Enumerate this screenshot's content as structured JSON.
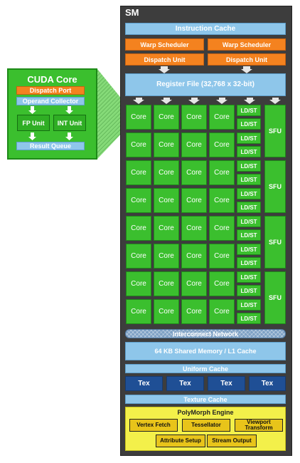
{
  "sm": {
    "title": "SM",
    "instruction_cache": "Instruction Cache",
    "warp_schedulers": [
      "Warp Scheduler",
      "Warp Scheduler"
    ],
    "dispatch_units": [
      "Dispatch Unit",
      "Dispatch Unit"
    ],
    "register_file": "Register File (32,768 x 32-bit)",
    "core_label": "Core",
    "ldst_label": "LD/ST",
    "sfu_label": "SFU",
    "interconnect": "Interconnect Network",
    "shared_memory": "64 KB Shared Memory / L1 Cache",
    "uniform_cache": "Uniform Cache",
    "tex_label": "Tex",
    "texture_cache": "Texture Cache",
    "polymorph": {
      "title": "PolyMorph Engine",
      "vertex_fetch": "Vertex Fetch",
      "tessellator": "Tessellator",
      "viewport_transform": "Viewport Transform",
      "attribute_setup": "Attribute Setup",
      "stream_output": "Stream Output"
    }
  },
  "cuda_core": {
    "title": "CUDA Core",
    "dispatch_port": "Dispatch Port",
    "operand_collector": "Operand Collector",
    "fp_unit": "FP Unit",
    "int_unit": "INT Unit",
    "result_queue": "Result Queue"
  },
  "colors": {
    "sm_background": "#3d3d3d",
    "light_blue": "#8ec6ea",
    "orange": "#f4821f",
    "green": "#3bbf2e",
    "dark_blue": "#1f4f95",
    "yellow": "#f3f04a"
  }
}
